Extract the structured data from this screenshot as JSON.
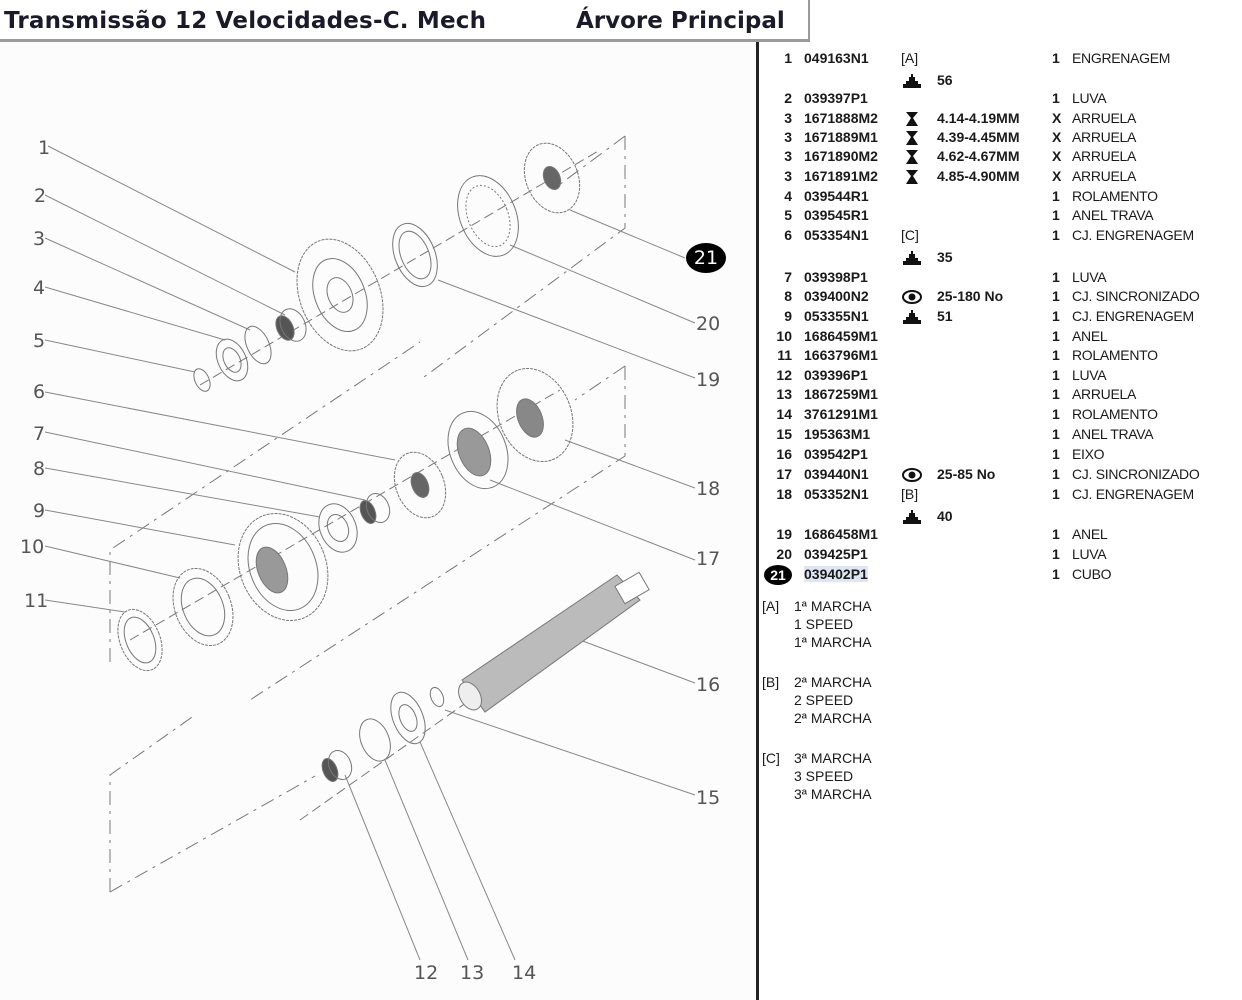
{
  "header": {
    "title": "Transmissão 12 Velocidades-C. Mech",
    "section": "Árvore Principal"
  },
  "diagram": {
    "callouts": [
      "1",
      "2",
      "3",
      "4",
      "5",
      "6",
      "7",
      "8",
      "9",
      "10",
      "11",
      "12",
      "13",
      "14",
      "15",
      "16",
      "17",
      "18",
      "19",
      "20",
      "21"
    ],
    "highlighted_callout": "21"
  },
  "parts": [
    {
      "item": "1",
      "part_no": "049163N1",
      "tag": "[A]",
      "icon": "",
      "spec": "",
      "qty": "1",
      "desc": "ENGRENAGEM"
    },
    {
      "item": "",
      "part_no": "",
      "tag": "",
      "icon": "gear-teeth-icon",
      "spec": "56",
      "qty": "",
      "desc": ""
    },
    {
      "item": "2",
      "part_no": "039397P1",
      "tag": "",
      "icon": "",
      "spec": "",
      "qty": "1",
      "desc": "LUVA"
    },
    {
      "item": "3",
      "part_no": "1671888M2",
      "tag": "",
      "icon": "thickness-icon",
      "spec": "4.14-4.19MM",
      "qty": "X",
      "desc": "ARRUELA"
    },
    {
      "item": "3",
      "part_no": "1671889M1",
      "tag": "",
      "icon": "thickness-icon",
      "spec": "4.39-4.45MM",
      "qty": "X",
      "desc": "ARRUELA"
    },
    {
      "item": "3",
      "part_no": "1671890M2",
      "tag": "",
      "icon": "thickness-icon",
      "spec": "4.62-4.67MM",
      "qty": "X",
      "desc": "ARRUELA"
    },
    {
      "item": "3",
      "part_no": "1671891M2",
      "tag": "",
      "icon": "thickness-icon",
      "spec": "4.85-4.90MM",
      "qty": "X",
      "desc": "ARRUELA"
    },
    {
      "item": "4",
      "part_no": "039544R1",
      "tag": "",
      "icon": "",
      "spec": "",
      "qty": "1",
      "desc": "ROLAMENTO"
    },
    {
      "item": "5",
      "part_no": "039545R1",
      "tag": "",
      "icon": "",
      "spec": "",
      "qty": "1",
      "desc": "ANEL TRAVA"
    },
    {
      "item": "6",
      "part_no": "053354N1",
      "tag": "[C]",
      "icon": "",
      "spec": "",
      "qty": "1",
      "desc": "CJ. ENGRENAGEM"
    },
    {
      "item": "",
      "part_no": "",
      "tag": "",
      "icon": "gear-teeth-icon",
      "spec": "35",
      "qty": "",
      "desc": ""
    },
    {
      "item": "7",
      "part_no": "039398P1",
      "tag": "",
      "icon": "",
      "spec": "",
      "qty": "1",
      "desc": "LUVA"
    },
    {
      "item": "8",
      "part_no": "039400N2",
      "tag": "",
      "icon": "eye-icon",
      "spec": "25-180 No",
      "qty": "1",
      "desc": "CJ. SINCRONIZADO"
    },
    {
      "item": "9",
      "part_no": "053355N1",
      "tag": "",
      "icon": "gear-teeth-icon",
      "spec": "51",
      "qty": "1",
      "desc": "CJ. ENGRENAGEM"
    },
    {
      "item": "10",
      "part_no": "1686459M1",
      "tag": "",
      "icon": "",
      "spec": "",
      "qty": "1",
      "desc": "ANEL"
    },
    {
      "item": "11",
      "part_no": "1663796M1",
      "tag": "",
      "icon": "",
      "spec": "",
      "qty": "1",
      "desc": "ROLAMENTO"
    },
    {
      "item": "12",
      "part_no": "039396P1",
      "tag": "",
      "icon": "",
      "spec": "",
      "qty": "1",
      "desc": "LUVA"
    },
    {
      "item": "13",
      "part_no": "1867259M1",
      "tag": "",
      "icon": "",
      "spec": "",
      "qty": "1",
      "desc": "ARRUELA"
    },
    {
      "item": "14",
      "part_no": "3761291M1",
      "tag": "",
      "icon": "",
      "spec": "",
      "qty": "1",
      "desc": "ROLAMENTO"
    },
    {
      "item": "15",
      "part_no": "195363M1",
      "tag": "",
      "icon": "",
      "spec": "",
      "qty": "1",
      "desc": "ANEL TRAVA"
    },
    {
      "item": "16",
      "part_no": "039542P1",
      "tag": "",
      "icon": "",
      "spec": "",
      "qty": "1",
      "desc": "EIXO"
    },
    {
      "item": "17",
      "part_no": "039440N1",
      "tag": "",
      "icon": "eye-icon",
      "spec": "25-85 No",
      "qty": "1",
      "desc": "CJ. SINCRONIZADO"
    },
    {
      "item": "18",
      "part_no": "053352N1",
      "tag": "[B]",
      "icon": "",
      "spec": "",
      "qty": "1",
      "desc": "CJ. ENGRENAGEM"
    },
    {
      "item": "",
      "part_no": "",
      "tag": "",
      "icon": "gear-teeth-icon",
      "spec": "40",
      "qty": "",
      "desc": ""
    },
    {
      "item": "19",
      "part_no": "1686458M1",
      "tag": "",
      "icon": "",
      "spec": "",
      "qty": "1",
      "desc": "ANEL"
    },
    {
      "item": "20",
      "part_no": "039425P1",
      "tag": "",
      "icon": "",
      "spec": "",
      "qty": "1",
      "desc": "LUVA"
    },
    {
      "item": "21",
      "part_no": "039402P1",
      "tag": "",
      "icon": "",
      "spec": "",
      "qty": "1",
      "desc": "CUBO",
      "highlighted": true
    }
  ],
  "notes": [
    {
      "key": "[A]",
      "lines": [
        "1ª MARCHA",
        "1 SPEED",
        "1ª MARCHA"
      ]
    },
    {
      "key": "[B]",
      "lines": [
        "2ª MARCHA",
        "2 SPEED",
        "2ª MARCHA"
      ]
    },
    {
      "key": "[C]",
      "lines": [
        "3ª MARCHA",
        "3 SPEED",
        "3ª MARCHA"
      ]
    }
  ]
}
